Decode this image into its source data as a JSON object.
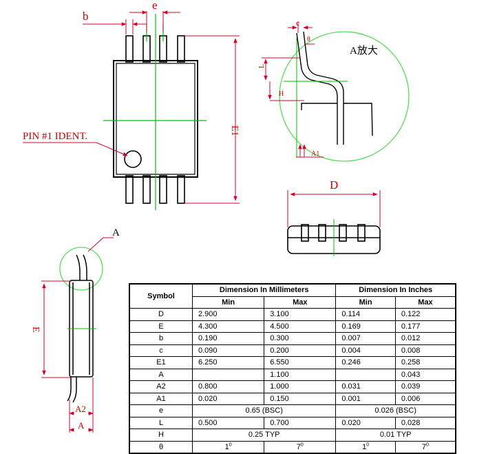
{
  "labels": {
    "b": "b",
    "e": "e",
    "E1": "E1",
    "pin1": "PIN #1 IDENT.",
    "c": "c",
    "theta": "θ",
    "L": "L",
    "H": "H",
    "A1": "A1",
    "zoom": "A放大",
    "D": "D",
    "A_callout": "A",
    "E": "E",
    "A2": "A2",
    "A": "A"
  },
  "table": {
    "symbol_header": "Symbol",
    "mm_header": "Dimension In Millimeters",
    "in_header": "Dimension In Inches",
    "min": "Min",
    "max": "Max",
    "rows": [
      {
        "symbol": "D",
        "mm_min": "2.900",
        "mm_max": "3.100",
        "in_min": "0.114",
        "in_max": "0.122"
      },
      {
        "symbol": "E",
        "mm_min": "4.300",
        "mm_max": "4.500",
        "in_min": "0.169",
        "in_max": "0.177"
      },
      {
        "symbol": "b",
        "mm_min": "0.190",
        "mm_max": "0.300",
        "in_min": "0.007",
        "in_max": "0.012"
      },
      {
        "symbol": "c",
        "mm_min": "0.090",
        "mm_max": "0.200",
        "in_min": "0.004",
        "in_max": "0.008"
      },
      {
        "symbol": "E1",
        "mm_min": "6.250",
        "mm_max": "6.550",
        "in_min": "0.246",
        "in_max": "0.258"
      },
      {
        "symbol": "A",
        "mm_min": "",
        "mm_max": "1.100",
        "in_min": "",
        "in_max": "0.043"
      },
      {
        "symbol": "A2",
        "mm_min": "0.800",
        "mm_max": "1.000",
        "in_min": "0.031",
        "in_max": "0.039"
      },
      {
        "symbol": "A1",
        "mm_min": "0.020",
        "mm_max": "0.150",
        "in_min": "0.001",
        "in_max": "0.006"
      }
    ],
    "e_symbol": "e",
    "e_mm": "0.65  (BSC)",
    "e_in": "0.026  (BSC)",
    "L_symbol": "L",
    "L_mm_min": "0.500",
    "L_mm_max": "0.700",
    "L_in_min": "0.020",
    "L_in_max": "0.028",
    "H_symbol": "H",
    "H_mm": "0.25  TYP",
    "H_in": "0.01  TYP",
    "theta_symbol": "θ",
    "theta_mm_min": "1",
    "theta_mm_max": "7",
    "theta_in_min": "1",
    "theta_in_max": "7",
    "degree": "0"
  }
}
